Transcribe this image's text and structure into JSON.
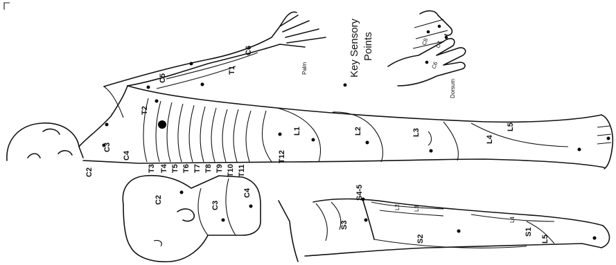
{
  "legend": {
    "bullet": "•",
    "line1": "Key Sensory",
    "line2": "Points"
  },
  "hand_labels": {
    "palm": "Palm",
    "dorsum": "Dorsum",
    "finger_c8": "C8",
    "finger_c7": "C7",
    "finger_c6": "C6"
  },
  "body_front": {
    "head_neck": [
      "C2",
      "C3",
      "C4"
    ],
    "arm": [
      "C5",
      "C6",
      "T1",
      "T2"
    ],
    "trunk": [
      "T3",
      "T4",
      "T5",
      "T6",
      "T7",
      "T8",
      "T9",
      "T10",
      "T11",
      "T12"
    ],
    "leg": [
      "L1",
      "L2",
      "L3",
      "L4",
      "L5"
    ]
  },
  "head_side": [
    "C2",
    "C3",
    "C4"
  ],
  "body_back": {
    "sacral": [
      "S4-5",
      "S3",
      "S2",
      "S1"
    ],
    "lumbar_strips": [
      "L2",
      "L3",
      "L4"
    ],
    "leg": [
      "L5"
    ]
  }
}
